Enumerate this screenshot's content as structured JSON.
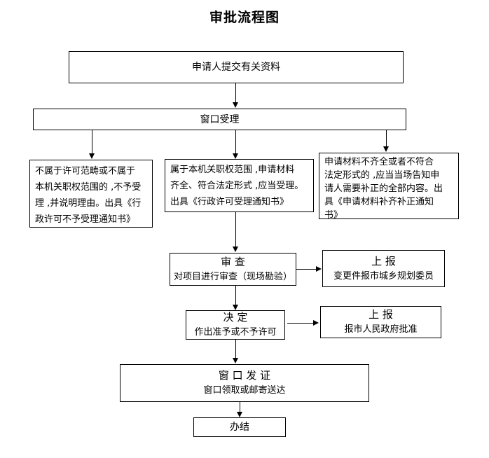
{
  "title": "审批流程图",
  "nodes": {
    "submit": {
      "text": "申请人提交有关资料"
    },
    "window_accept": {
      "text": "窗口受理"
    },
    "branch_reject": {
      "line1": "不属于许可范畴或不属于",
      "line2": "本机关职权范围的 ,不予受",
      "line3": "理 ,并说明理由。出具《行",
      "line4": "政许可不予受理通知书》"
    },
    "branch_accept": {
      "line1": "属于本机关职权范围 ,申请材料",
      "line2": "齐全、符合法定形式 ,应当受理。",
      "line3": "出具《行政许可受理通知书》"
    },
    "branch_supplement": {
      "line1": "申请材料不齐全或者不符合",
      "line2": "法定形式的 ,应当当场告知申",
      "line3": "请人需要补正的全部内容。出",
      "line4": "具《申请材料补齐补正通知",
      "line5": "书》"
    },
    "review": {
      "heading": "审 查",
      "detail": "对项目进行审查（现场勘验）"
    },
    "report_planning": {
      "heading": "上 报",
      "detail": "变更件报市城乡规划委员"
    },
    "decision": {
      "heading": "决 定",
      "detail": "作出准予或不予许可"
    },
    "report_government": {
      "heading": "上 报",
      "detail": "报市人民政府批准"
    },
    "issue_license": {
      "heading": "窗 口 发 证",
      "detail": "窗口领取或邮寄送达"
    },
    "complete": {
      "text": "办结"
    }
  },
  "colors": {
    "stroke": "#000000",
    "background": "#ffffff",
    "text": "#000000"
  }
}
